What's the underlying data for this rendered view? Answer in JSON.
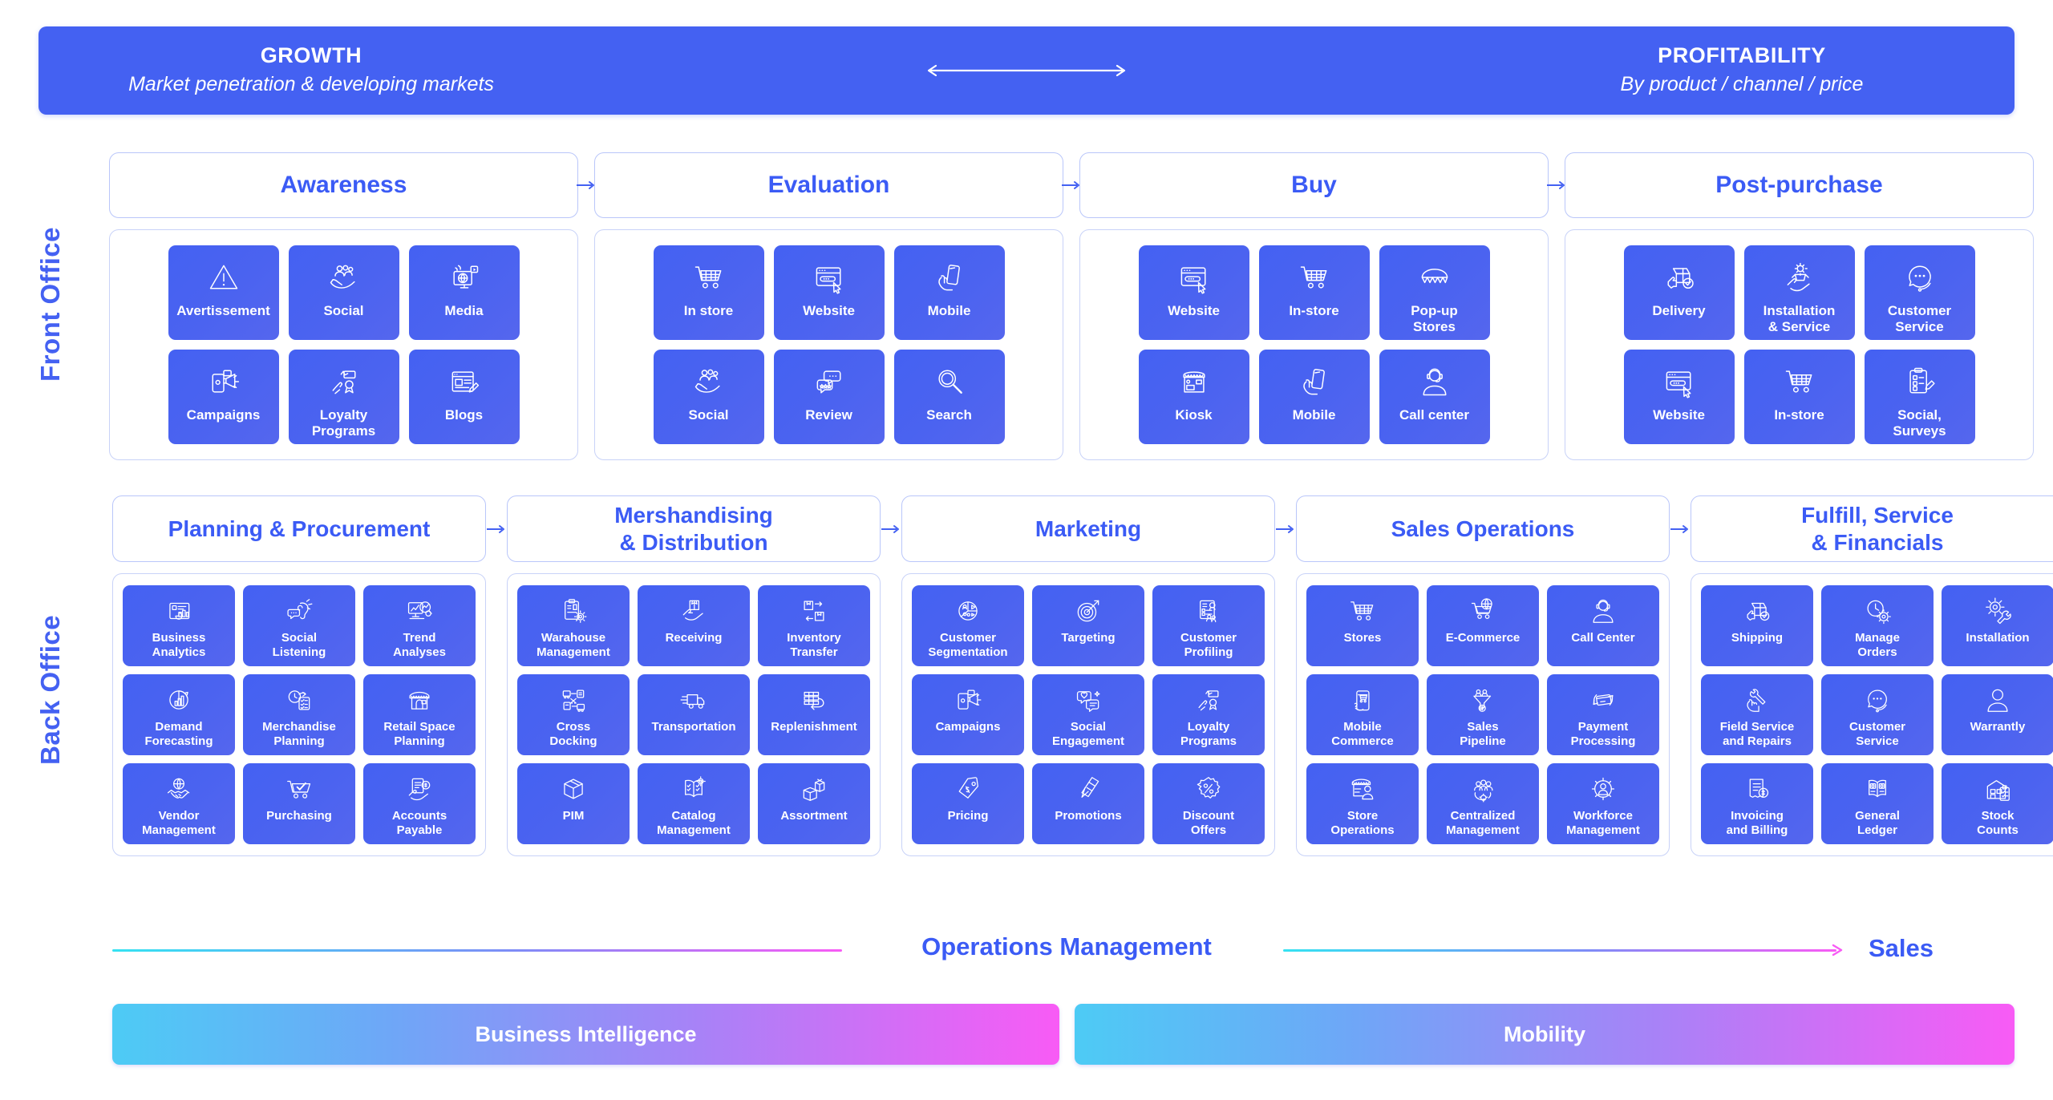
{
  "banner": {
    "left": {
      "title": "GROWTH",
      "subtitle": "Market penetration & developing markets"
    },
    "right": {
      "title": "PROFITABILITY",
      "subtitle": "By product / channel / price"
    },
    "arrow_icon": "double-headed-arrow-icon",
    "color": "#4461F2"
  },
  "side_labels": {
    "front": "Front Office",
    "back": "Back Office"
  },
  "front_office": {
    "stages": [
      {
        "title": "Awareness",
        "tiles": [
          {
            "label": "Avertissement",
            "icon": "warning-triangle-icon"
          },
          {
            "label": "Social",
            "icon": "people-in-hand-icon"
          },
          {
            "label": "Media",
            "icon": "globe-monitor-media-icon"
          },
          {
            "label": "Campaigns",
            "icon": "megaphone-mobile-icon"
          },
          {
            "label": "Loyalty\nPrograms",
            "icon": "hand-award-badge-icon"
          },
          {
            "label": "Blogs",
            "icon": "article-pencil-icon"
          }
        ]
      },
      {
        "title": "Evaluation",
        "tiles": [
          {
            "label": "In store",
            "icon": "shopping-cart-icon"
          },
          {
            "label": "Website",
            "icon": "browser-window-cursor-icon"
          },
          {
            "label": "Mobile",
            "icon": "hand-holding-phone-icon"
          },
          {
            "label": "Social",
            "icon": "people-in-hand-icon"
          },
          {
            "label": "Review",
            "icon": "chat-bubbles-stars-icon"
          },
          {
            "label": "Search",
            "icon": "magnifier-icon"
          }
        ]
      },
      {
        "title": "Buy",
        "tiles": [
          {
            "label": "Website",
            "icon": "browser-window-cursor-icon"
          },
          {
            "label": "In-store",
            "icon": "shopping-cart-icon"
          },
          {
            "label": "Pop-up\nStores",
            "icon": "awning-canopy-icon"
          },
          {
            "label": "Kiosk",
            "icon": "kiosk-storefront-icon"
          },
          {
            "label": "Mobile",
            "icon": "hand-holding-phone-icon"
          },
          {
            "label": "Call center",
            "icon": "headset-agent-icon"
          }
        ]
      },
      {
        "title": "Post-purchase",
        "tiles": [
          {
            "label": "Delivery",
            "icon": "package-thumbs-up-check-icon"
          },
          {
            "label": "Installation\n& Service",
            "icon": "hand-box-gear-icon"
          },
          {
            "label": "Customer\nService",
            "icon": "chat-bubble-dots-icon"
          },
          {
            "label": "Website",
            "icon": "browser-window-cursor-icon"
          },
          {
            "label": "In-store",
            "icon": "shopping-cart-icon"
          },
          {
            "label": "Social,\nSurveys",
            "icon": "clipboard-pencil-survey-icon"
          }
        ]
      }
    ]
  },
  "back_office": {
    "stages": [
      {
        "title": "Planning & Procurement",
        "tiles": [
          {
            "label": "Business\nAnalytics",
            "icon": "dashboard-bar-chart-icon"
          },
          {
            "label": "Social\nListening",
            "icon": "ear-chat-icon"
          },
          {
            "label": "Trend\nAnalyses",
            "icon": "monitor-trend-magnifier-icon"
          },
          {
            "label": "Demand\nForecasting",
            "icon": "pie-chart-growth-icon"
          },
          {
            "label": "Merchandise\nPlanning",
            "icon": "clock-checklist-icon"
          },
          {
            "label": "Retail Space\nPlanning",
            "icon": "storefront-icon"
          },
          {
            "label": "Vendor\nManagement",
            "icon": "handshake-globe-icon"
          },
          {
            "label": "Purchasing",
            "icon": "cart-check-icon"
          },
          {
            "label": "Accounts\nPayable",
            "icon": "hand-invoice-coin-icon"
          }
        ]
      },
      {
        "title": "Mershandising\n& Distribution",
        "tiles": [
          {
            "label": "Warahouse\nManagement",
            "icon": "clipboard-gear-icon"
          },
          {
            "label": "Receiving",
            "icon": "hand-receiving-box-icon"
          },
          {
            "label": "Inventory\nTransfer",
            "icon": "boxes-transfer-arrows-icon"
          },
          {
            "label": "Cross\nDocking",
            "icon": "truck-crossdock-icon"
          },
          {
            "label": "Transportation",
            "icon": "delivery-truck-icon"
          },
          {
            "label": "Replenishment",
            "icon": "shelf-replenish-icon"
          },
          {
            "label": "PIM",
            "icon": "box-3d-icon"
          },
          {
            "label": "Catalog\nManagement",
            "icon": "open-book-gear-icon"
          },
          {
            "label": "Assortment",
            "icon": "stacked-boxes-icon"
          }
        ]
      },
      {
        "title": "Marketing",
        "tiles": [
          {
            "label": "Customer\nSegmentation",
            "icon": "pie-segments-people-icon"
          },
          {
            "label": "Targeting",
            "icon": "target-arrow-icon"
          },
          {
            "label": "Customer\nProfiling",
            "icon": "profile-document-icon"
          },
          {
            "label": "Campaigns",
            "icon": "megaphone-mobile-icon"
          },
          {
            "label": "Social\nEngagement",
            "icon": "heart-chat-bubbles-icon"
          },
          {
            "label": "Loyalty\nPrograms",
            "icon": "hand-award-badge-icon"
          },
          {
            "label": "Pricing",
            "icon": "price-tag-icon"
          },
          {
            "label": "Promotions",
            "icon": "discount-flyer-icon"
          },
          {
            "label": "Discount\nOffers",
            "icon": "percent-badge-icon"
          }
        ]
      },
      {
        "title": "Sales Operations",
        "tiles": [
          {
            "label": "Stores",
            "icon": "shopping-cart-icon"
          },
          {
            "label": "E-Commerce",
            "icon": "cart-globe-icon"
          },
          {
            "label": "Call Center",
            "icon": "headset-agent-icon"
          },
          {
            "label": "Mobile\nCommerce",
            "icon": "phone-cart-icon"
          },
          {
            "label": "Sales\nPipeline",
            "icon": "funnel-people-icon"
          },
          {
            "label": "Payment\nProcessing",
            "icon": "credit-card-refresh-icon"
          },
          {
            "label": "Store\nOperations",
            "icon": "storefront-clerk-icon"
          },
          {
            "label": "Centralized\nManagement",
            "icon": "people-gear-icon"
          },
          {
            "label": "Workforce\nManagement",
            "icon": "gear-person-icon"
          }
        ]
      },
      {
        "title": "Fulfill, Service\n& Financials",
        "tiles": [
          {
            "label": "Shipping",
            "icon": "package-thumbs-up-check-icon"
          },
          {
            "label": "Manage\nOrders",
            "icon": "clock-gear-icon"
          },
          {
            "label": "Installation",
            "icon": "gear-wrench-icon"
          },
          {
            "label": "Field Service\nand Repairs",
            "icon": "hand-wrench-icon"
          },
          {
            "label": "Customer\nService",
            "icon": "chat-bubble-dots-icon"
          },
          {
            "label": "Warrantly",
            "icon": "user-person-icon"
          },
          {
            "label": "Invoicing\nand Billing",
            "icon": "invoice-dollar-icon"
          },
          {
            "label": "General\nLedger",
            "icon": "ledger-book-money-icon"
          },
          {
            "label": "Stock\nCounts",
            "icon": "warehouse-clipboard-icon"
          }
        ]
      }
    ]
  },
  "axis": {
    "operations_management": "Operations Management",
    "sales": "Sales",
    "arrow_icon": "right-arrow-icon",
    "gradient_from": "#35E2F2",
    "gradient_to": "#F85BF5"
  },
  "footer_bars": [
    {
      "label": "Business Intelligence"
    },
    {
      "label": "Mobility"
    }
  ],
  "colors": {
    "brand_blue": "#4461F2",
    "heading_blue": "#3B5BF5",
    "border_blue": "#B9C6FA",
    "cyan": "#4DCBF5",
    "magenta": "#F85BF5"
  }
}
